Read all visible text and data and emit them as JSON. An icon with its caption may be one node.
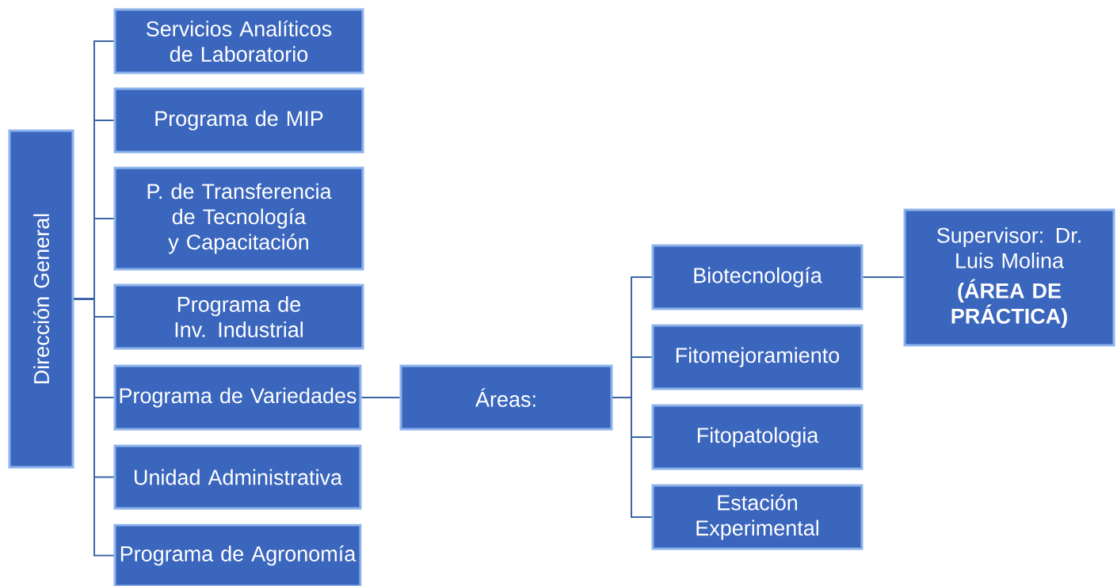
{
  "diagram": {
    "nodes": [
      {
        "text": [
          "Dirección General"
        ]
      },
      {
        "text": [
          "Servicios Analíticos de Laboratorio"
        ]
      },
      {
        "text": [
          "Programa de MIP"
        ]
      },
      {
        "text": [
          "P. de Transferencia de Tecnología y Capacitación"
        ]
      },
      {
        "text": [
          "Programa de Inv. Industrial"
        ]
      },
      {
        "text": [
          "Programa de Variedades"
        ]
      },
      {
        "text": [
          "Unidad Administrativa"
        ]
      },
      {
        "text": [
          "Programa de Agronomía"
        ]
      },
      {
        "text": [
          "Áreas:"
        ]
      },
      {
        "text": [
          "Biotecnología"
        ]
      },
      {
        "text": [
          "Fitomejoramiento"
        ]
      },
      {
        "text": [
          "Fitopatologia"
        ]
      },
      {
        "text": [
          "Estación Experimental"
        ]
      },
      {
        "text": [
          "Supervisor: Dr. Luis Molina",
          "(ÁREA DE PRÁCTICA)"
        ]
      }
    ],
    "edges": [
      {
        "from": 0,
        "to": 1,
        "arrow": "none"
      },
      {
        "from": 0,
        "to": 2,
        "arrow": "none"
      },
      {
        "from": 0,
        "to": 3,
        "arrow": "none"
      },
      {
        "from": 0,
        "to": 4,
        "arrow": "none"
      },
      {
        "from": 0,
        "to": 5,
        "arrow": "none"
      },
      {
        "from": 0,
        "to": 6,
        "arrow": "none"
      },
      {
        "from": 0,
        "to": 7,
        "arrow": "none"
      },
      {
        "from": 5,
        "to": 8,
        "arrow": "none"
      },
      {
        "from": 8,
        "to": 9,
        "arrow": "none"
      },
      {
        "from": 8,
        "to": 10,
        "arrow": "none"
      },
      {
        "from": 8,
        "to": 11,
        "arrow": "none"
      },
      {
        "from": 8,
        "to": 12,
        "arrow": "none"
      },
      {
        "from": 9,
        "to": 13,
        "arrow": "none"
      }
    ]
  }
}
